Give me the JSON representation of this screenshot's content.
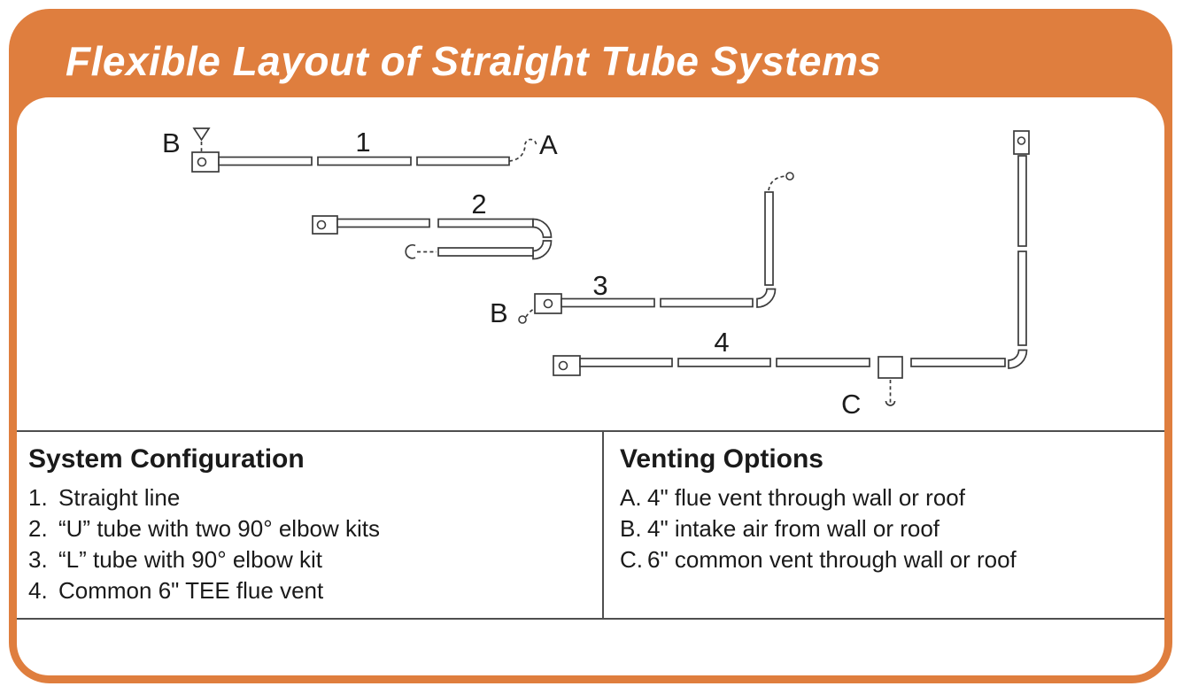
{
  "header": {
    "title": "Flexible Layout of Straight Tube Systems"
  },
  "colors": {
    "accent_orange": "#DF7E3E",
    "line_dark": "#3B3B3B",
    "divider_gray": "#4F4F4F"
  },
  "diagram": {
    "labels": {
      "system1": "1",
      "system2": "2",
      "system3": "3",
      "system4": "4",
      "vent_a": "A",
      "vent_b_system1": "B",
      "vent_b_system3": "B",
      "vent_c": "C"
    }
  },
  "panels": {
    "system_configuration": {
      "title": "System Configuration",
      "items": [
        {
          "marker": "1.",
          "text": "Straight line"
        },
        {
          "marker": "2.",
          "text": "“U” tube with two 90° elbow kits"
        },
        {
          "marker": "3.",
          "text": "“L” tube with 90° elbow kit"
        },
        {
          "marker": "4.",
          "text": "Common 6\" TEE flue vent"
        }
      ]
    },
    "venting_options": {
      "title": "Venting Options",
      "items": [
        {
          "marker": "A.",
          "text": "4\" flue vent through wall or roof"
        },
        {
          "marker": "B.",
          "text": "4\" intake air from wall or roof"
        },
        {
          "marker": "C.",
          "text": "6\" common vent through wall or roof"
        }
      ]
    }
  }
}
